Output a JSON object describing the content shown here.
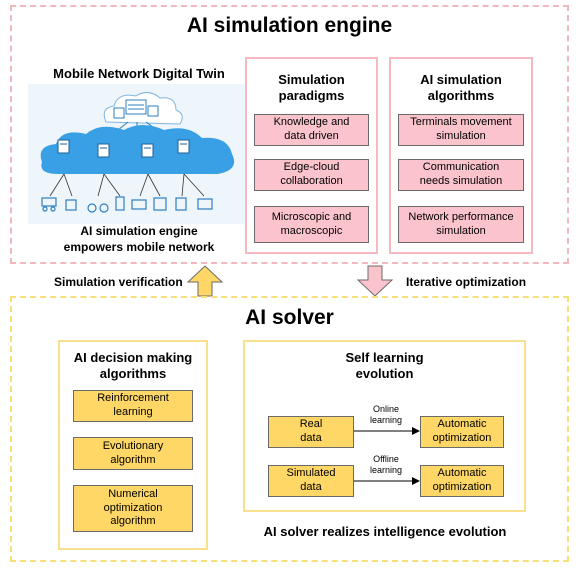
{
  "sim_engine": {
    "title": "AI simulation engine",
    "digital_twin": {
      "title": "Mobile Network Digital Twin",
      "caption": "AI simulation engine\nempowers mobile network"
    },
    "paradigms": {
      "title": "Simulation\nparadigms",
      "items": [
        "Knowledge and\ndata driven",
        "Edge-cloud\ncollaboration",
        "Microscopic and\nmacroscopic"
      ]
    },
    "algorithms": {
      "title": "AI simulation\nalgorithms",
      "items": [
        "Terminals movement\nsimulation",
        "Communication\nneeds simulation",
        "Network performance\nsimulation"
      ]
    }
  },
  "arrows": {
    "verification": "Simulation verification",
    "optimization": "Iterative optimization"
  },
  "solver": {
    "title": "AI solver",
    "decision": {
      "title": "AI decision making\nalgorithms",
      "items": [
        "Reinforcement\nlearning",
        "Evolutionary\nalgorithm",
        "Numerical\noptimization\nalgorithm"
      ]
    },
    "self_learning": {
      "title": "Self learning\nevolution",
      "rows": [
        {
          "source": "Real\ndata",
          "edge": "Online\nlearning",
          "target": "Automatic\noptimization"
        },
        {
          "source": "Simulated\ndata",
          "edge": "Offline\nlearning",
          "target": "Automatic\noptimization"
        }
      ]
    },
    "caption": "AI solver realizes intelligence evolution"
  },
  "colors": {
    "pink_border": "#f2b8bf",
    "pink_fill": "#fbc4cc",
    "yellow_border": "#f7df7a",
    "yellow_fill": "#fed766",
    "cloud_blue": "#3aa0e6"
  }
}
